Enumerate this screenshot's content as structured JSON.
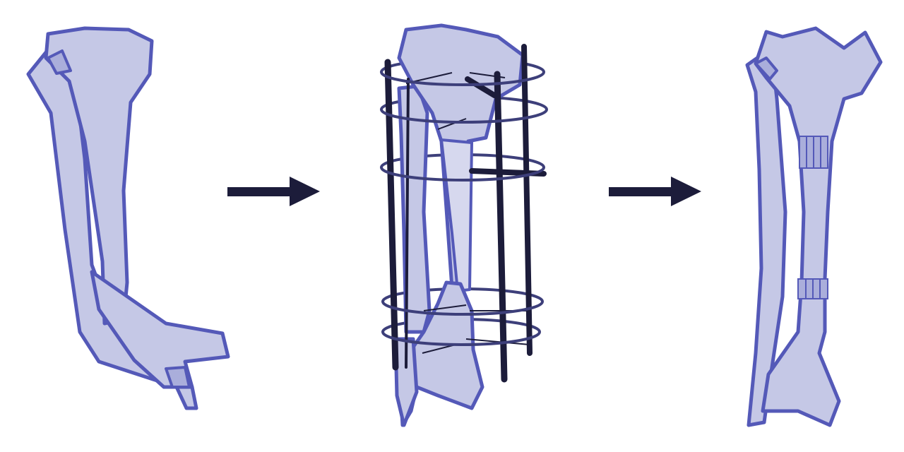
{
  "diagram": {
    "stages": [
      {
        "id": "deformed-limb",
        "icon": "deformed-bone-icon"
      },
      {
        "id": "external-fixator",
        "icon": "ring-fixator-icon"
      },
      {
        "id": "corrected-limb",
        "icon": "corrected-bone-icon"
      }
    ],
    "arrows": [
      {
        "from": "deformed-limb",
        "to": "external-fixator",
        "icon": "arrow-right-icon"
      },
      {
        "from": "external-fixator",
        "to": "corrected-limb",
        "icon": "arrow-right-icon"
      }
    ]
  },
  "colors": {
    "bone_fill": "#c5c8e6",
    "bone_fill_light": "#d6d8ee",
    "bone_outline": "#5459b8",
    "hardware": "#1c1c3a",
    "arrow": "#1c1c3a",
    "background": "#ffffff"
  }
}
